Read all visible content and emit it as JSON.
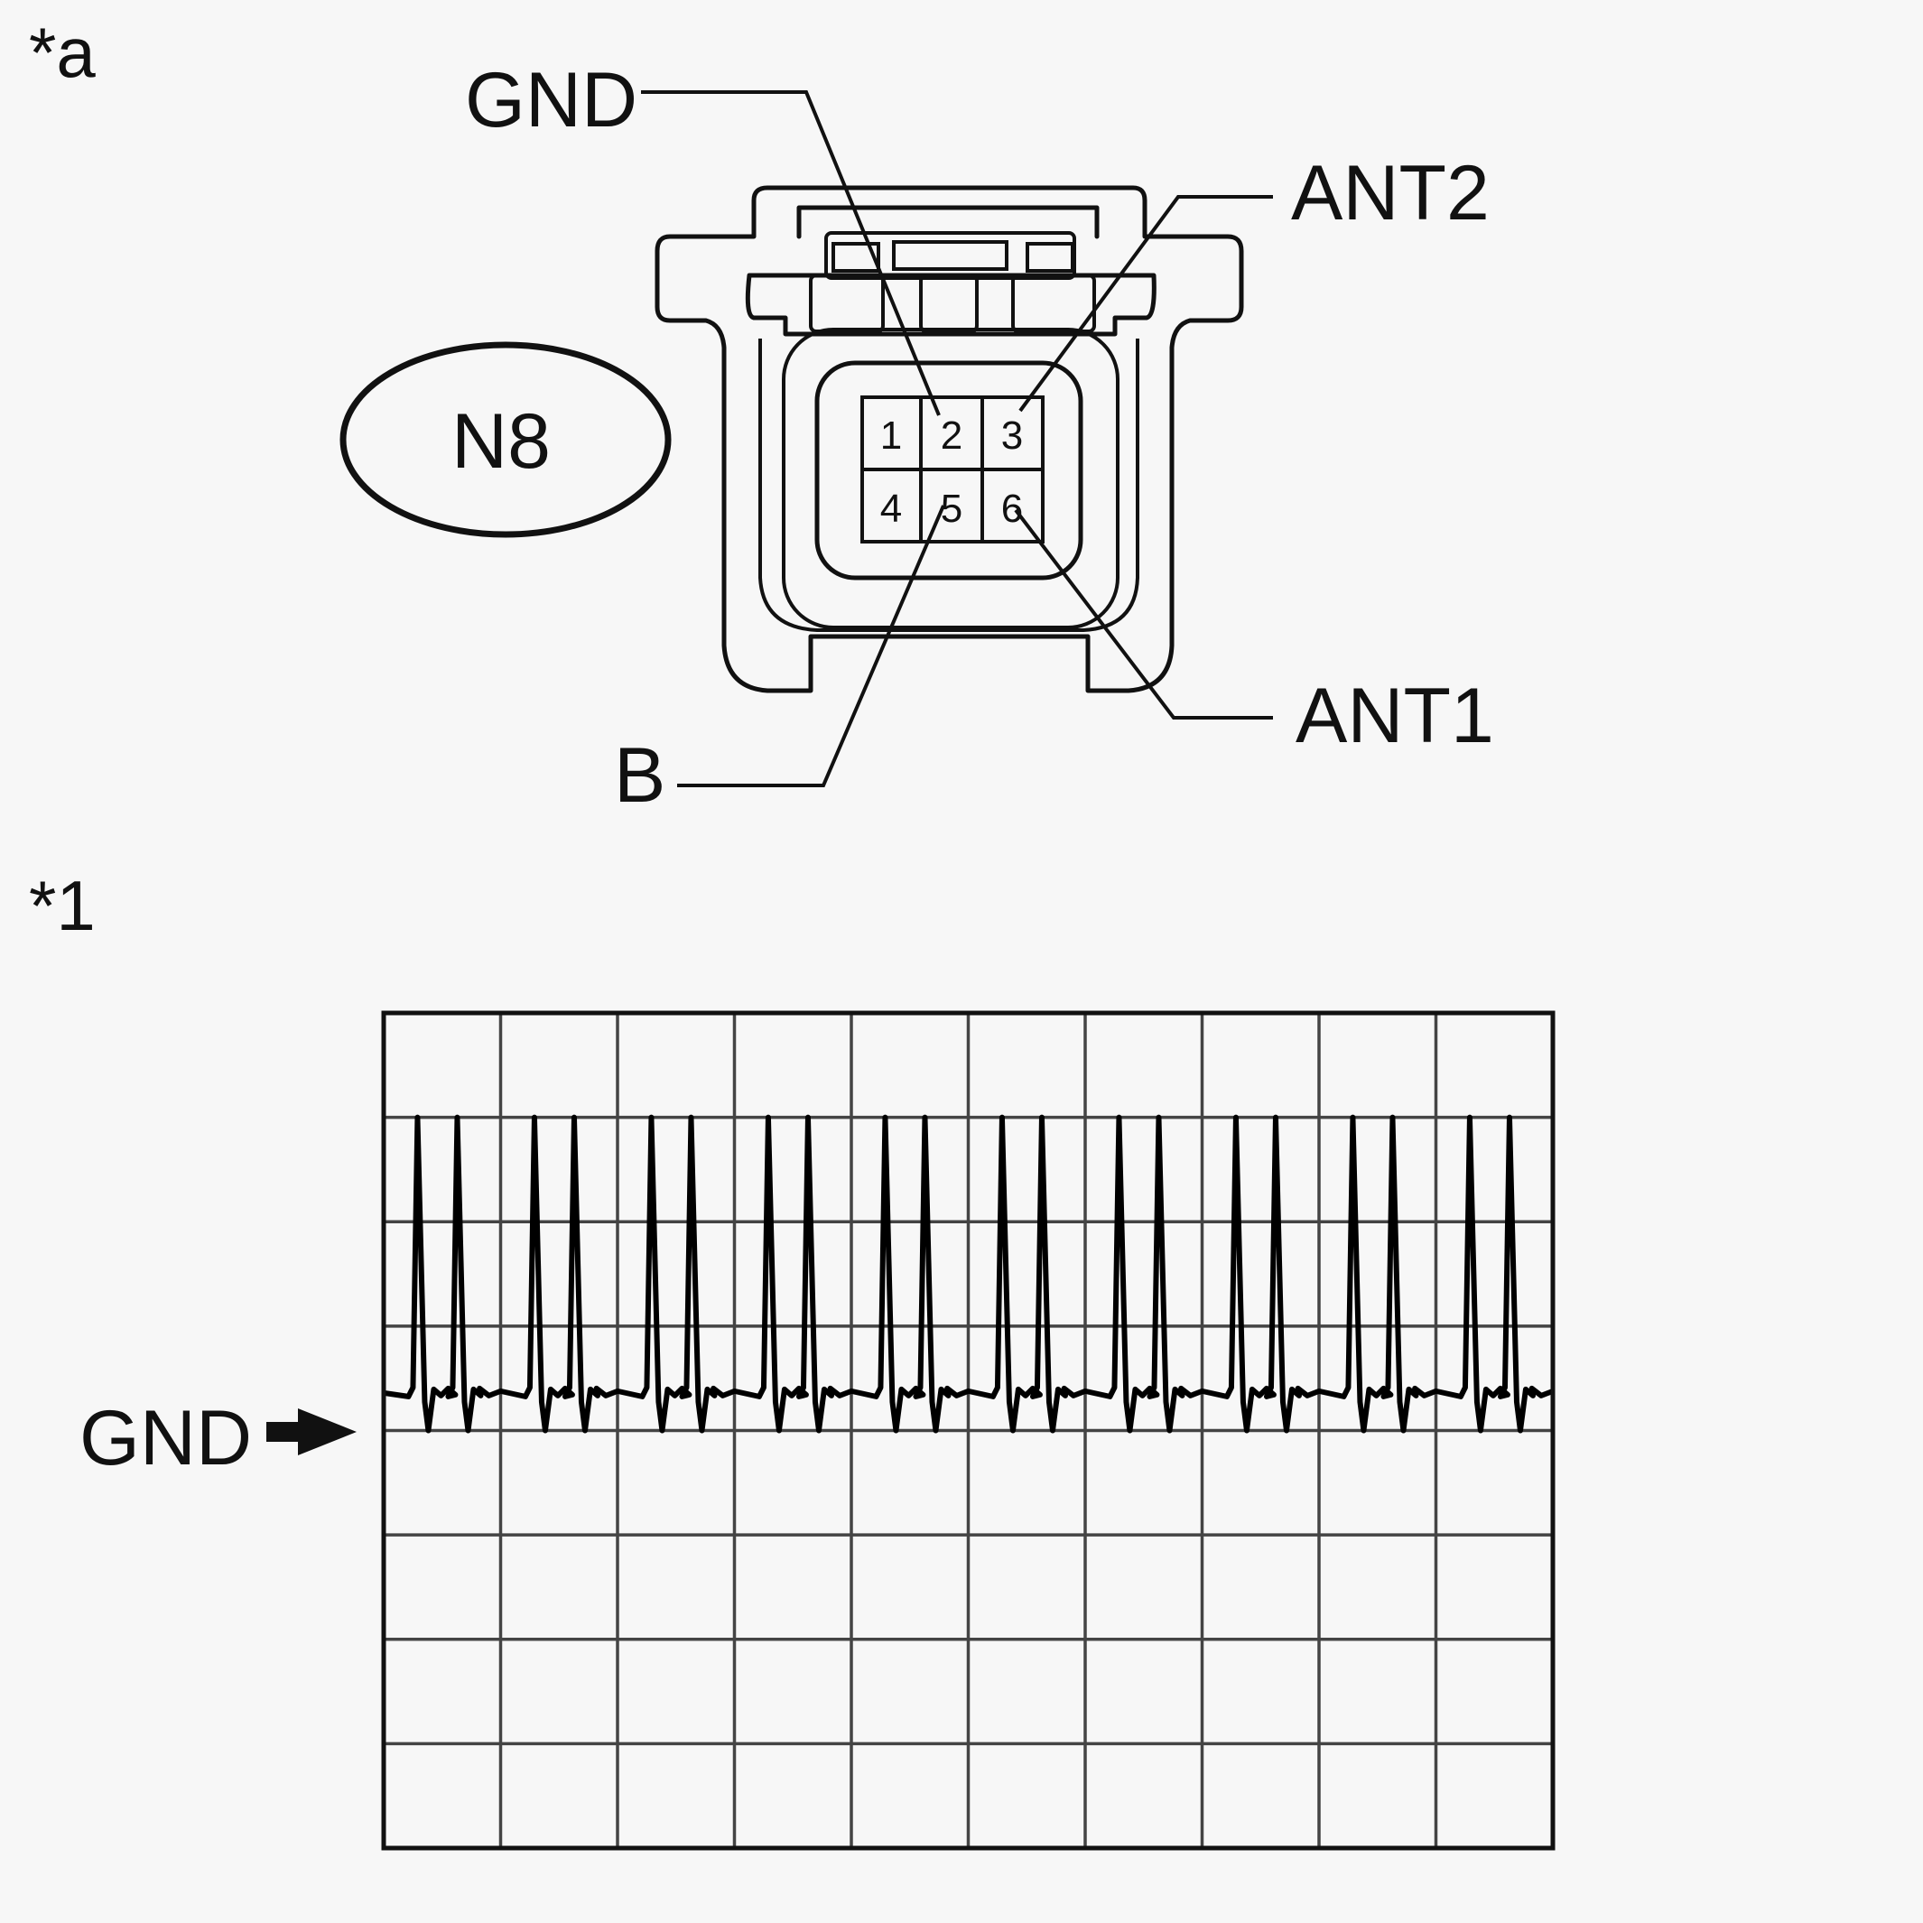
{
  "figure_a": {
    "tag": "*a",
    "connector_id": "N8",
    "pins": [
      "1",
      "2",
      "3",
      "4",
      "5",
      "6"
    ],
    "labels": {
      "gnd": "GND",
      "ant2": "ANT2",
      "ant1": "ANT1",
      "b": "B"
    }
  },
  "figure_1": {
    "tag": "*1",
    "reference_label": "GND",
    "arrow_icon": "arrow-right-icon",
    "grid": {
      "columns": 10,
      "rows": 8
    },
    "waveform": {
      "pulse_pairs": 10
    }
  }
}
